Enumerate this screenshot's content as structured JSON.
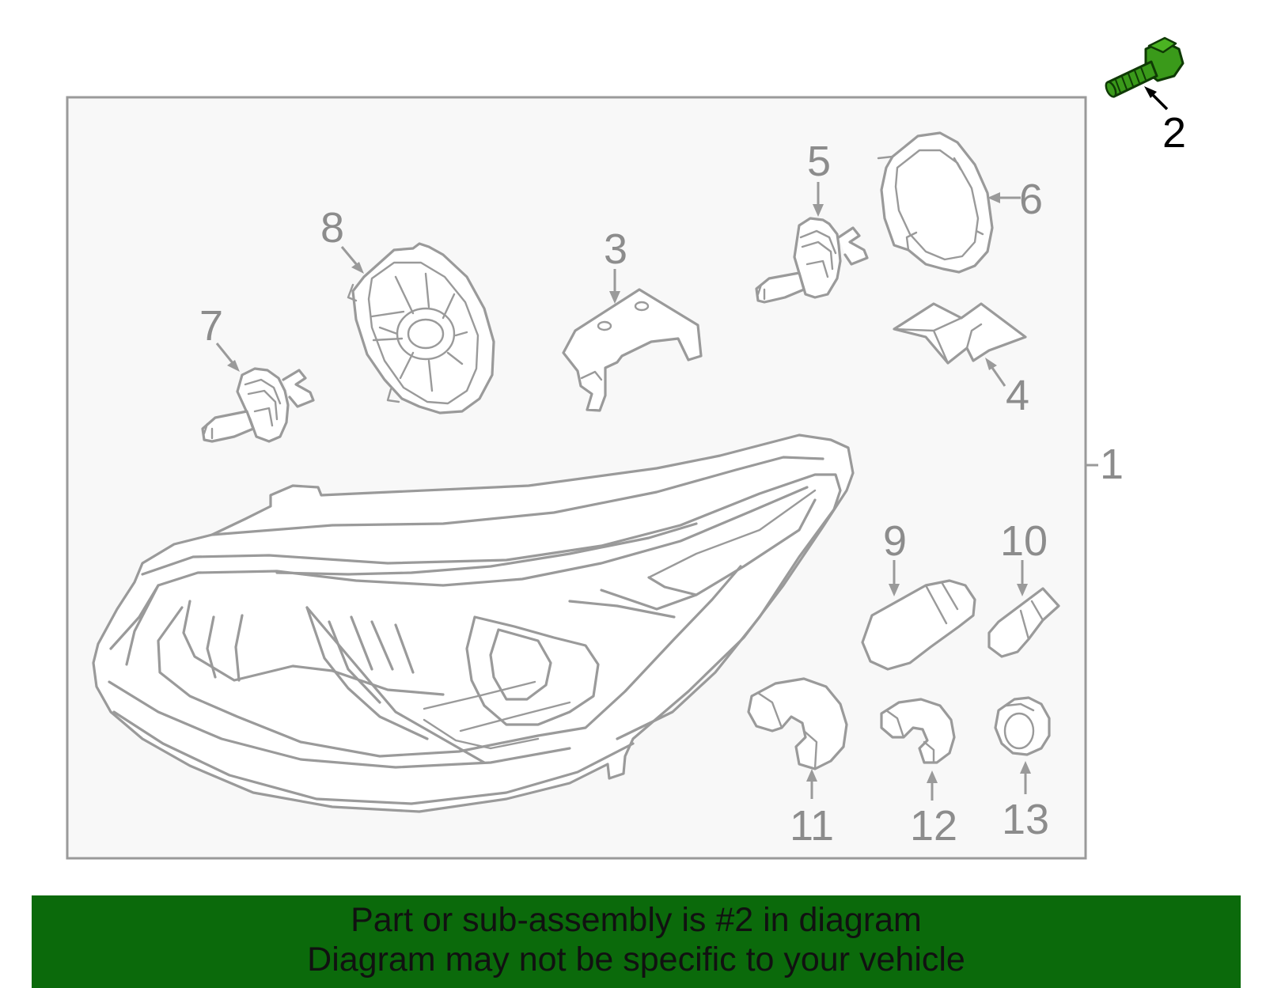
{
  "diagram": {
    "callouts": [
      {
        "id": "1",
        "label": "1"
      },
      {
        "id": "2",
        "label": "2"
      },
      {
        "id": "3",
        "label": "3"
      },
      {
        "id": "4",
        "label": "4"
      },
      {
        "id": "5",
        "label": "5"
      },
      {
        "id": "6",
        "label": "6"
      },
      {
        "id": "7",
        "label": "7"
      },
      {
        "id": "8",
        "label": "8"
      },
      {
        "id": "9",
        "label": "9"
      },
      {
        "id": "10",
        "label": "10"
      },
      {
        "id": "11",
        "label": "11"
      },
      {
        "id": "12",
        "label": "12"
      },
      {
        "id": "13",
        "label": "13"
      }
    ],
    "highlighted_part": "2",
    "colors": {
      "line": "#9a9a9a",
      "highlight": "#3a9a1a",
      "panel": "#f8f8f8",
      "banner": "#0b6a0b"
    }
  },
  "banner": {
    "line1": "Part or sub-assembly is #2 in diagram",
    "line2": "Diagram may not be specific to your vehicle"
  }
}
